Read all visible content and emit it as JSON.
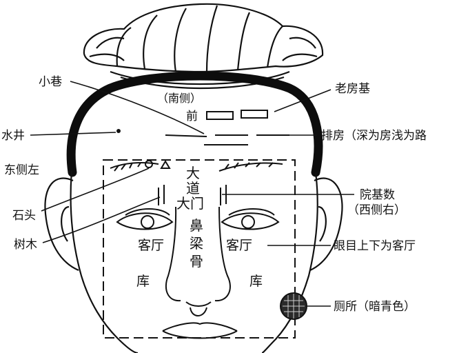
{
  "diagram": {
    "inner_labels": {
      "south_side": "（南侧）",
      "front": "前",
      "gate_col1": "大",
      "gate_col2": "道",
      "gate_col3": "大门",
      "nose_col1": "鼻",
      "nose_col2": "梁",
      "nose_col3": "骨",
      "living_left": "客厅",
      "living_right": "客厅",
      "storage_left": "库",
      "storage_right": "库"
    },
    "callouts": {
      "alley": "小巷",
      "old_foundation": "老房基",
      "well": "水井",
      "row_house": "排房（深为房浅为路",
      "east_left": "东侧左",
      "courtyard_line1": "院基数",
      "courtyard_line2": "（西侧右）",
      "stone": "石头",
      "tree": "树木",
      "eyes_note": "眼目上下为客厅",
      "toilet": "厕所（暗青色）"
    },
    "colors": {
      "line": "#111111",
      "band": "#0d0d0d",
      "toilet_fill": "#2a2a2a"
    }
  }
}
